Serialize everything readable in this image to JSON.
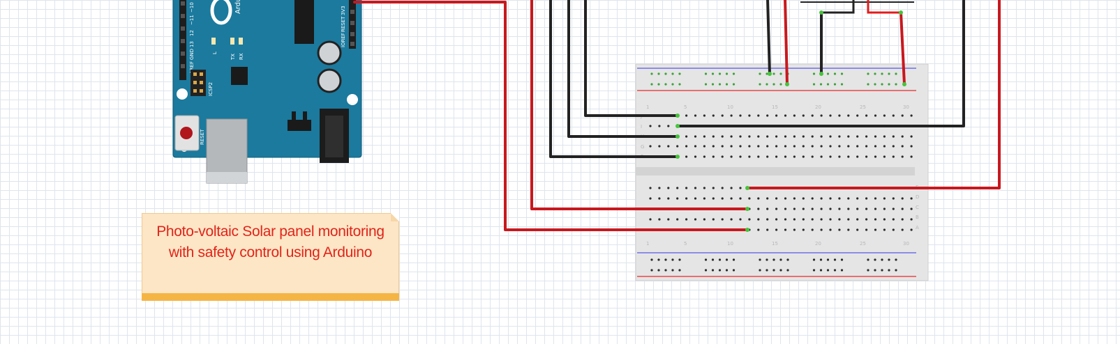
{
  "note": {
    "text": "Photo-voltaic Solar panel monitoring with safety control using Arduino"
  },
  "arduino": {
    "brand": "Ardu",
    "header_labels": [
      "~10",
      "~11",
      "12",
      "13",
      "GND",
      "AREF"
    ],
    "power_labels": [
      "3V3",
      "RESET",
      "IOREF"
    ],
    "tx_label": "TX",
    "rx_label": "RX",
    "l_label": "L",
    "icsp_label": "ICSP2",
    "reset_label": "RESET"
  },
  "breadboard": {
    "column_labels": [
      "1",
      "5",
      "10",
      "15",
      "20",
      "25",
      "30"
    ],
    "top_row_labels": [
      "J",
      "I",
      "H",
      "G",
      "F"
    ],
    "bottom_row_labels": [
      "E",
      "D",
      "C",
      "B",
      "A"
    ]
  },
  "colors": {
    "board": "#1b7a9e",
    "red_wire": "#c8181e",
    "black_wire": "#222222",
    "note_text": "#e2231a",
    "note_bg": "#fde6c6",
    "note_bar": "#f5b545"
  }
}
